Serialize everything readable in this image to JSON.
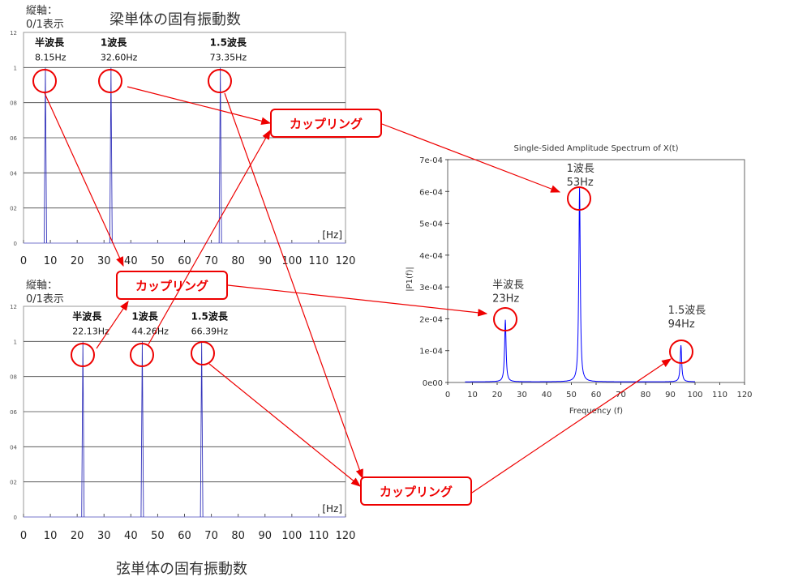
{
  "beam": {
    "axis_note_1": "縦軸：",
    "axis_note_2": "0/1表示",
    "title": "梁単体の固有振動数",
    "unit": "[Hz]"
  },
  "string": {
    "axis_note_1": "縦軸：",
    "axis_note_2": "0/1表示",
    "title": "弦単体の固有振動数",
    "unit": "[Hz]"
  },
  "coupling_label": "カップリング",
  "colors": {
    "accent": "#ee0000",
    "line": "#3333cc",
    "spectrum": "#0000ff"
  },
  "chart_data": [
    {
      "type": "bar",
      "name": "beam",
      "xlim": [
        0,
        120
      ],
      "ylim": [
        0,
        1.2
      ],
      "xticks": [
        "0",
        "10",
        "20",
        "30",
        "40",
        "50",
        "60",
        "70",
        "80",
        "90",
        "100",
        "110",
        "120"
      ],
      "yticks": [
        "0",
        "02",
        "04",
        "06",
        "08",
        "1",
        "12"
      ],
      "peaks": [
        {
          "label": "半波長",
          "freq_label": "8.15Hz",
          "x": 8.15,
          "y": 1
        },
        {
          "label": "1波長",
          "freq_label": "32.60Hz",
          "x": 32.6,
          "y": 1
        },
        {
          "label": "1.5波長",
          "freq_label": "73.35Hz",
          "x": 73.35,
          "y": 1
        }
      ]
    },
    {
      "type": "bar",
      "name": "string",
      "xlim": [
        0,
        120
      ],
      "ylim": [
        0,
        1.2
      ],
      "xticks": [
        "0",
        "10",
        "20",
        "30",
        "40",
        "50",
        "60",
        "70",
        "80",
        "90",
        "100",
        "110",
        "120"
      ],
      "yticks": [
        "0",
        "02",
        "04",
        "06",
        "08",
        "1",
        "12"
      ],
      "peaks": [
        {
          "label": "半波長",
          "freq_label": "22.13Hz",
          "x": 22.13,
          "y": 1
        },
        {
          "label": "1波長",
          "freq_label": "44.26Hz",
          "x": 44.26,
          "y": 1
        },
        {
          "label": "1.5波長",
          "freq_label": "66.39Hz",
          "x": 66.39,
          "y": 1
        }
      ]
    },
    {
      "type": "line",
      "name": "coupled",
      "title": "Single-Sided Amplitude Spectrum of X(t)",
      "xlabel": "Frequency (f)",
      "ylabel": "|P1(f)|",
      "xlim": [
        0,
        120
      ],
      "ylim": [
        0,
        0.0007
      ],
      "xticks": [
        "0",
        "10",
        "20",
        "30",
        "40",
        "50",
        "60",
        "70",
        "80",
        "90",
        "100",
        "110",
        "120"
      ],
      "yticks": [
        "0e00",
        "1e-04",
        "2e-04",
        "3e-04",
        "4e-04",
        "5e-04",
        "6e-04",
        "7e-04"
      ],
      "x_range": [
        7,
        100
      ],
      "peaks": [
        {
          "label": "半波長",
          "freq_label": "23Hz",
          "x": 23.3,
          "y": 0.000195
        },
        {
          "label": "1波長",
          "freq_label": "53Hz",
          "x": 53.3,
          "y": 0.00061
        },
        {
          "label": "1.5波長",
          "freq_label": "94Hz",
          "x": 94.3,
          "y": 0.000115
        }
      ]
    }
  ]
}
